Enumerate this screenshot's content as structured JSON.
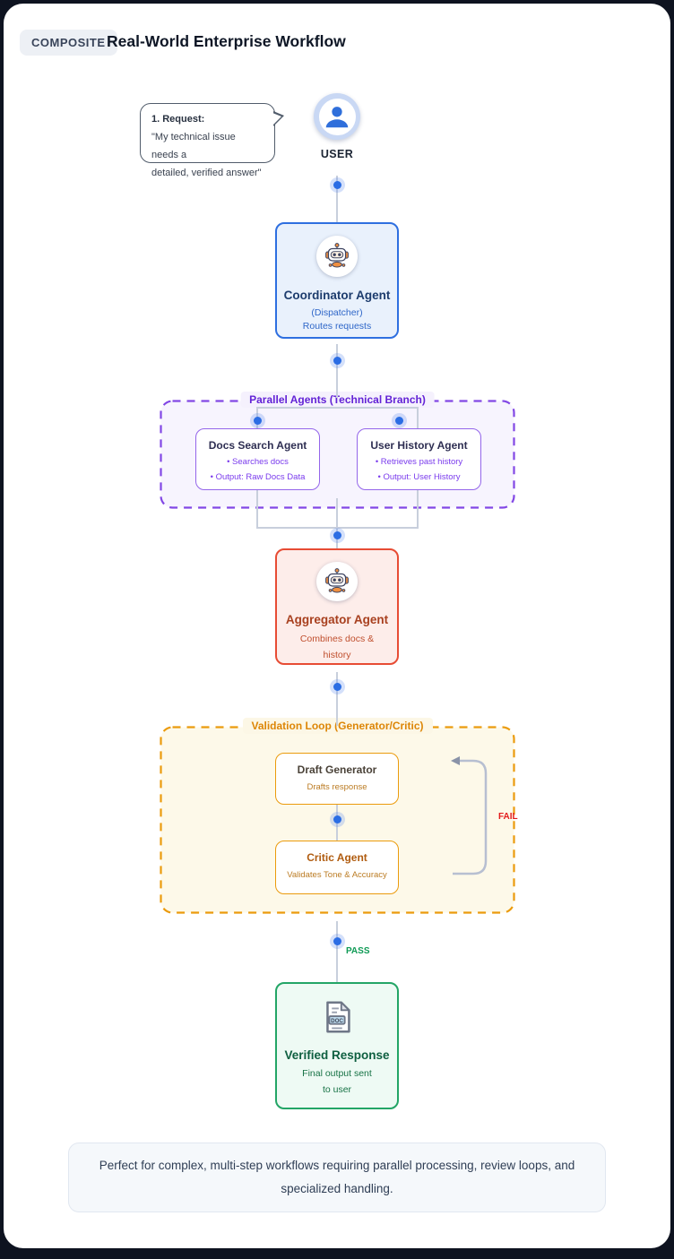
{
  "header": {
    "badge": "COMPOSITE",
    "title": "Real-World Enterprise Workflow"
  },
  "request_bubble": {
    "heading": "1. Request:",
    "quote_line1": "\"My technical issue needs a",
    "quote_line2": "detailed, verified answer\""
  },
  "user": {
    "label": "USER",
    "icon": "user-icon"
  },
  "coordinator": {
    "title": "Coordinator Agent",
    "subtitle1": "(Dispatcher)",
    "subtitle2": "Routes requests",
    "icon": "robot-icon"
  },
  "parallel": {
    "title": "Parallel Agents (Technical Branch)",
    "agents": [
      {
        "title": "Docs Search Agent",
        "bullets": [
          "• Searches docs",
          "• Output: Raw Docs Data"
        ]
      },
      {
        "title": "User History Agent",
        "bullets": [
          "• Retrieves past history",
          "• Output: User History"
        ]
      }
    ]
  },
  "aggregator": {
    "title": "Aggregator Agent",
    "subtitle_line1": "Combines docs &",
    "subtitle_line2": "history",
    "icon": "robot-icon"
  },
  "validation": {
    "title": "Validation Loop (Generator/Critic)",
    "draft": {
      "title": "Draft Generator",
      "subtitle": "Drafts response"
    },
    "critic": {
      "title": "Critic Agent",
      "subtitle": "Validates Tone & Accuracy"
    },
    "fail_label": "FAIL",
    "pass_label": "PASS"
  },
  "verified": {
    "title": "Verified Response",
    "subtitle_line1": "Final output sent",
    "subtitle_line2": "to user",
    "icon": "document-icon",
    "icon_label": "DOC"
  },
  "footer": {
    "text": "Perfect for complex, multi-step workflows requiring parallel processing, review loops, and specialized handling."
  },
  "colors": {
    "page_background": "#0e1320",
    "card_background": "#ffffff",
    "connector_line": "#c8cfdc",
    "connector_dot": "#2b6de4",
    "coordinator_border": "#2e6fe0",
    "coordinator_bg": "#e9f1fc",
    "parallel_border": "#8247e5",
    "parallel_bg": "#f7f4fe",
    "aggregator_border": "#e74c34",
    "aggregator_bg": "#fdedea",
    "validation_border": "#eb9b0d",
    "validation_bg": "#fdf9e9",
    "verified_border": "#23a566",
    "verified_bg": "#eefaf4",
    "fail_color": "#e31b1b",
    "pass_color": "#0e9a55",
    "robot_accent": "#f09040"
  }
}
